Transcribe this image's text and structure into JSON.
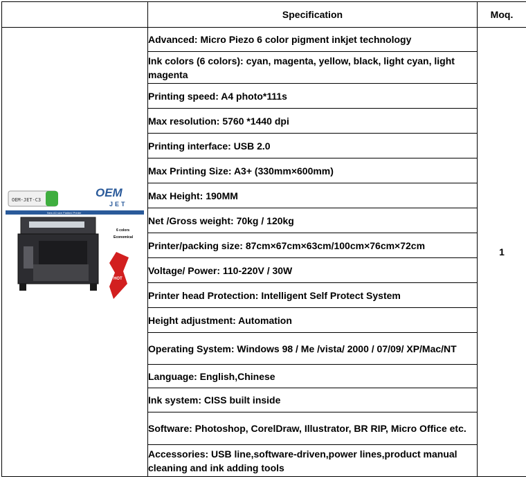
{
  "header": {
    "specification": "Specification",
    "moq": "Moq."
  },
  "moq_value": "1",
  "product_image": {
    "model_tag": "OEM-JET-C3",
    "logo_main": "OEM",
    "logo_sub": "JET",
    "banner_text": "New A3 size Flatbed Printer",
    "side_text_1": "6 colors",
    "side_text_2": "Economical",
    "badge_text": "HOT",
    "accent_color": "#2a5a9a",
    "badge_color": "#d21f1f",
    "tag_color": "#3fae3f"
  },
  "specs": [
    "Advanced: Micro Piezo 6 color pigment inkjet technology",
    "Ink colors (6 colors): cyan, magenta, yellow, black, light cyan, light magenta",
    "Printing  speed: A4 photo*111s",
    "Max resolution: 5760 *1440 dpi",
    "Printing interface: USB 2.0",
    "Max Printing Size: A3+ (330mm×600mm)",
    "Max Height: 190MM",
    "Net /Gross weight: 70kg / 120kg",
    "Printer/packing size: 87cm×67cm×63cm/100cm×76cm×72cm",
    "Voltage/ Power: 110-220V / 30W",
    "Printer head Protection: Intelligent Self Protect System",
    "Height adjustment: Automation",
    "Operating System: Windows 98 / Me /vista/ 2000 / 07/09/ XP/Mac/NT",
    "Language: English,Chinese",
    "Ink system: CISS built inside",
    "Software: Photoshop, CorelDraw, Illustrator, BR RIP, Micro Office etc.",
    "Accessories: USB line,software-driven,power lines,product manual cleaning and ink adding tools"
  ]
}
